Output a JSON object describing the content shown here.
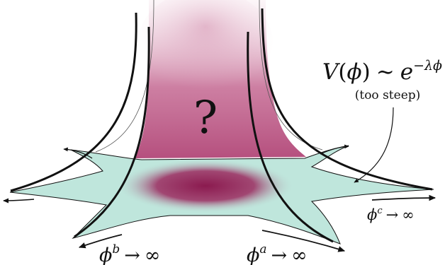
{
  "figure": {
    "question_mark": "?",
    "potential": {
      "V": "V",
      "open_paren": "(",
      "phi": "ϕ",
      "close_paren": ")",
      "sim": "∼",
      "e": "e",
      "exponent": "−λϕ",
      "note": "(too steep)"
    },
    "limits": [
      {
        "field": "ϕ",
        "superscript": "b",
        "arrow": "→",
        "infinity": "∞"
      },
      {
        "field": "ϕ",
        "superscript": "a",
        "arrow": "→",
        "infinity": "∞"
      },
      {
        "field": "ϕ",
        "superscript": "c",
        "arrow": "→",
        "infinity": "∞"
      }
    ]
  },
  "colors": {
    "surface_fill": "#bfe6dc",
    "surface_center": "#8b1a4f",
    "throat_fill": "#a3245e",
    "outline": "#111111"
  }
}
